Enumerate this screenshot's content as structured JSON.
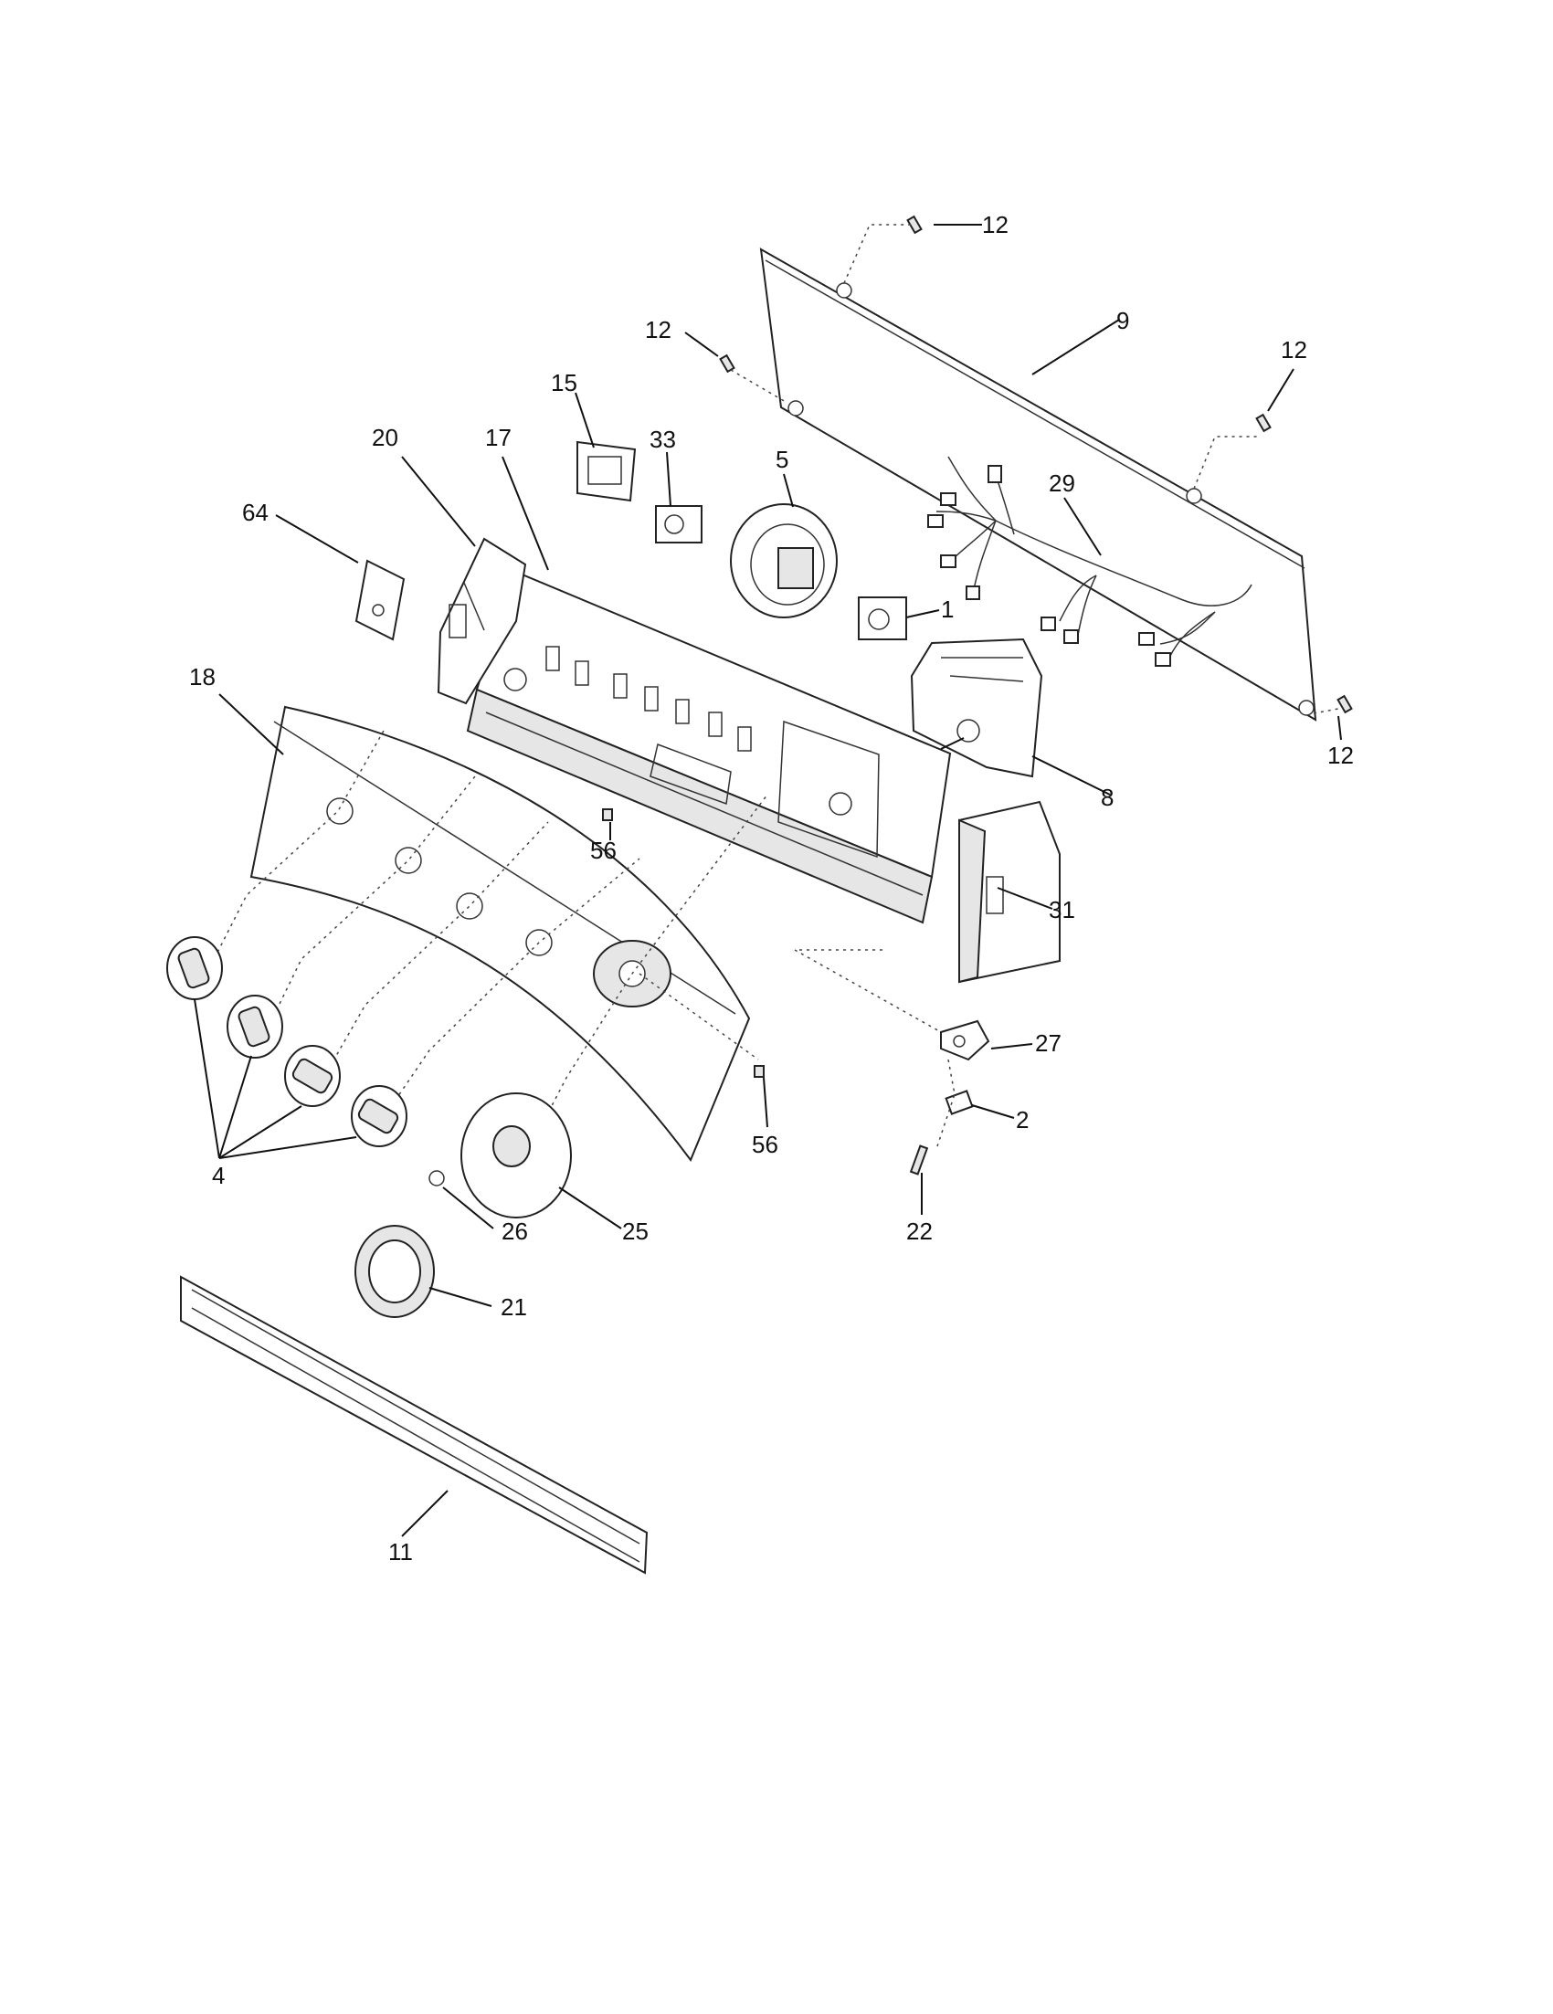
{
  "diagram": {
    "labels": {
      "p12a": "12",
      "p12b": "12",
      "p12c": "12",
      "p12d": "12",
      "p9": "9",
      "p15": "15",
      "p33": "33",
      "p5": "5",
      "p20": "20",
      "p17": "17",
      "p64": "64",
      "p29": "29",
      "p1": "1",
      "p18": "18",
      "p8": "8",
      "p56a": "56",
      "p56b": "56",
      "p31": "31",
      "p27": "27",
      "p2": "2",
      "p22": "22",
      "p4": "4",
      "p26": "26",
      "p25": "25",
      "p21": "21",
      "p11": "11"
    }
  }
}
